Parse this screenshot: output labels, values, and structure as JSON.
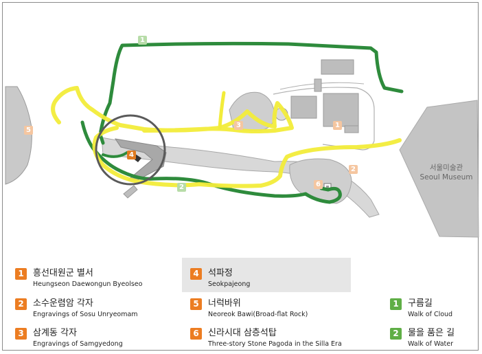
{
  "map": {
    "museum_ko": "서울미술관",
    "museum_en": "Seoul Museum",
    "markers": [
      "1",
      "2",
      "3",
      "4",
      "5",
      "6"
    ],
    "trail_markers": [
      "1",
      "2"
    ],
    "colors": {
      "walk_of_cloud": "#2e8b3c",
      "walk_of_water": "#2e8b3c",
      "yellow_path": "#f2ec3a",
      "orange_badge": "#ec7d22",
      "green_badge": "#5fae46",
      "building": "#b9b9b9",
      "rock": "#c8c8c8"
    }
  },
  "legend": [
    {
      "num": "1",
      "ko": "흥선대원군 별서",
      "en": "Heungseon Daewongun Byeolseo",
      "type": "orange"
    },
    {
      "num": "2",
      "ko": "소수운렴암 각자",
      "en": "Engravings of Sosu Unryeomam",
      "type": "orange"
    },
    {
      "num": "3",
      "ko": "삼계동 각자",
      "en": "Engravings of Samgyedong",
      "type": "orange"
    },
    {
      "num": "4",
      "ko": "석파정",
      "en": "Seokpajeong",
      "type": "orange",
      "highlight": true
    },
    {
      "num": "5",
      "ko": "너럭바위",
      "en": "Neoreok Bawi(Broad-flat Rock)",
      "type": "orange"
    },
    {
      "num": "6",
      "ko": "신라시대 삼층석탑",
      "en": "Three-story Stone Pagoda in the Silla Era",
      "type": "orange"
    },
    {
      "num": "1",
      "ko": "구름길",
      "en": "Walk of Cloud",
      "type": "green"
    },
    {
      "num": "2",
      "ko": "물을 품은 길",
      "en": "Walk of Water",
      "type": "green"
    }
  ]
}
